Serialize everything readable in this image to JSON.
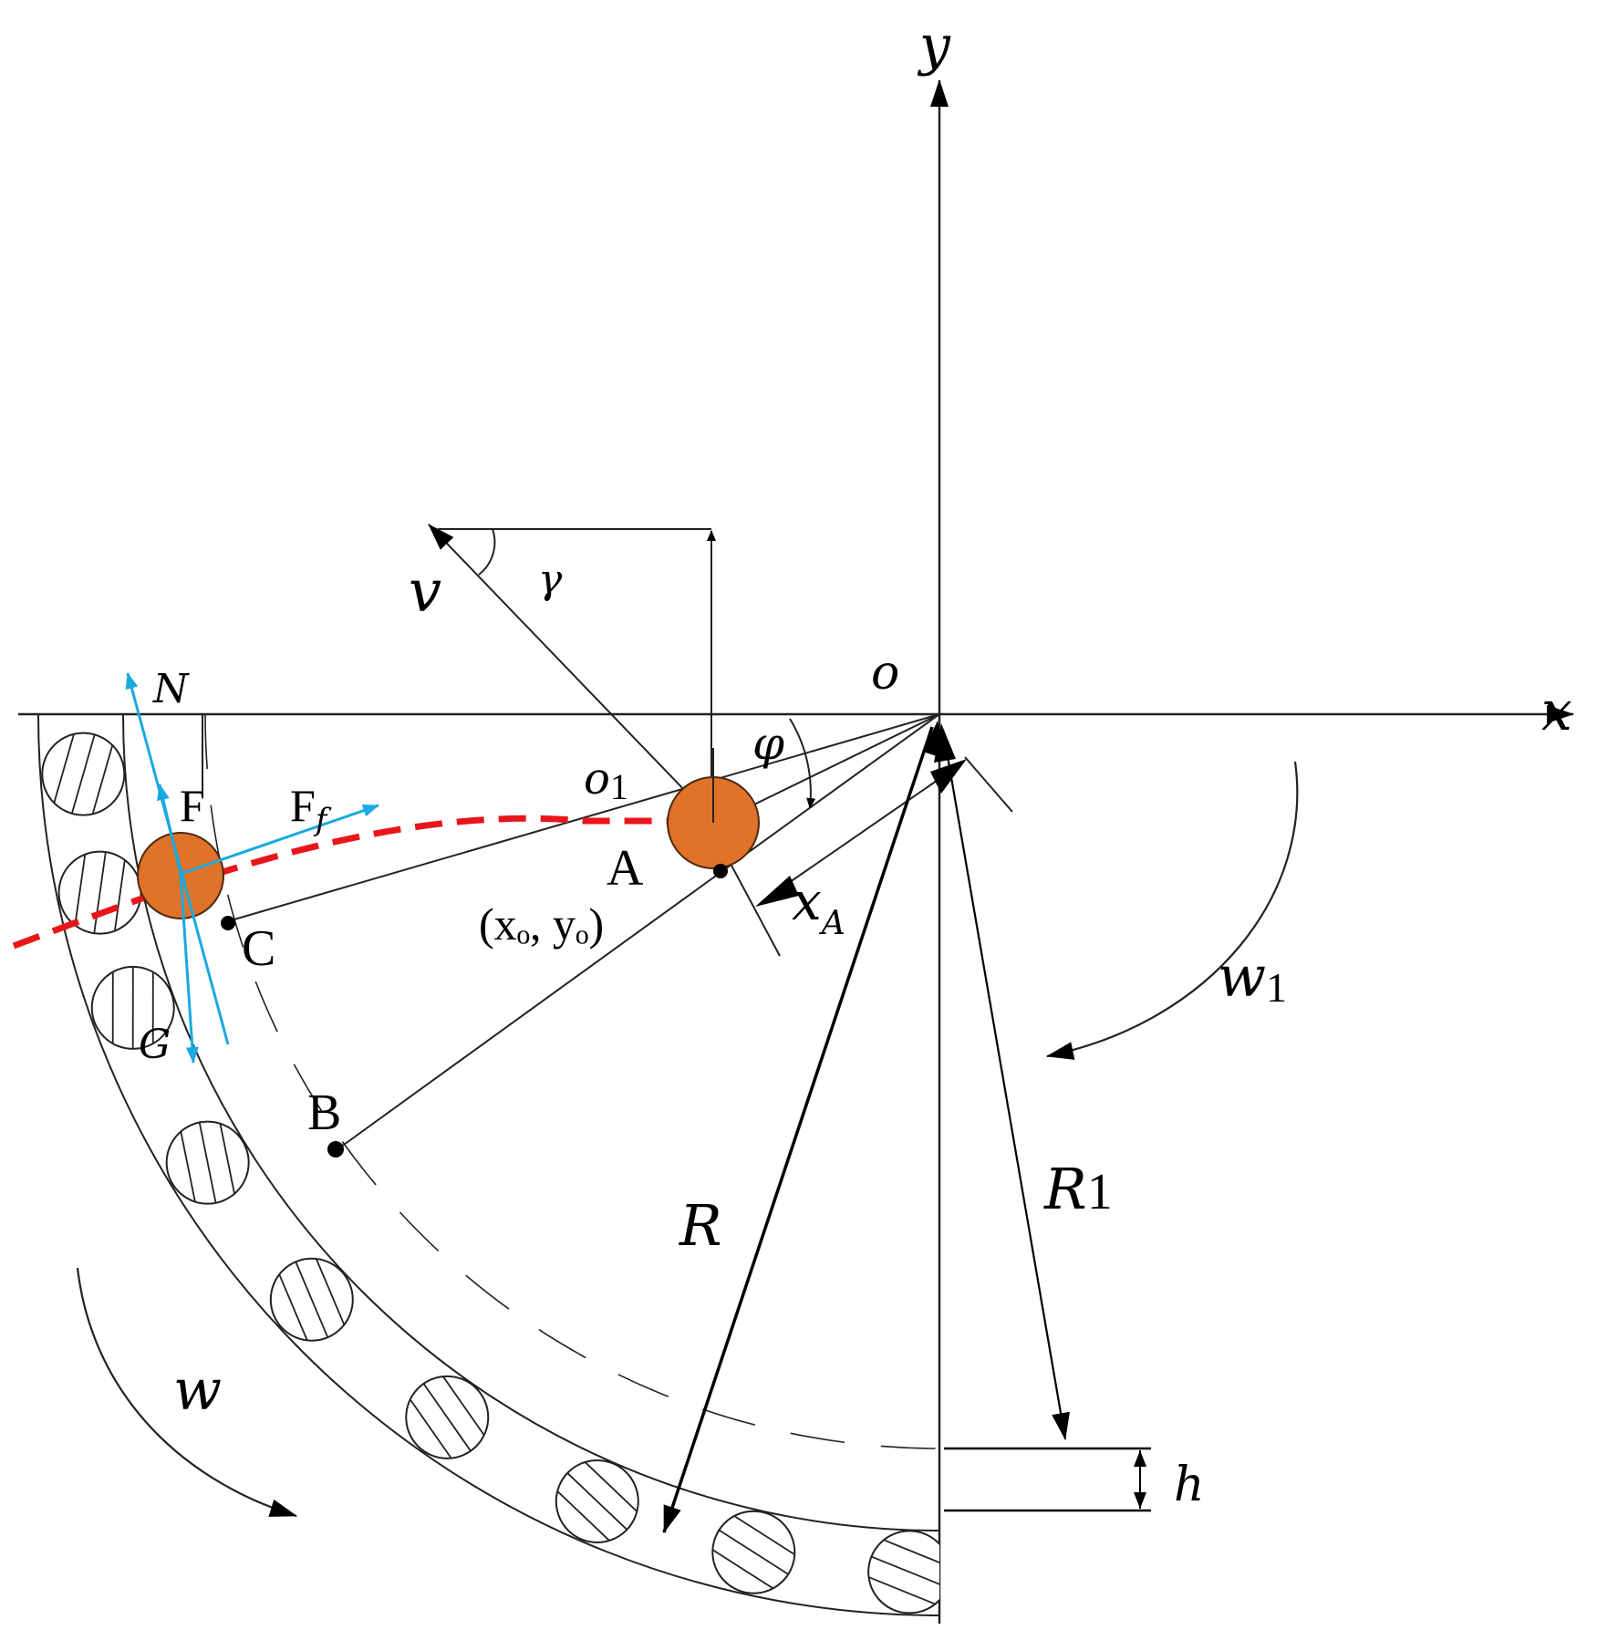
{
  "axes": {
    "x": "x",
    "y": "y",
    "origin": "o"
  },
  "points": {
    "A": "A",
    "B": "B",
    "C": "C",
    "O1_main": "o",
    "O1_sub": "1",
    "coord": "(xₒ, yₒ)"
  },
  "forces": {
    "N": "N",
    "F": "F",
    "Ff_main": "F",
    "Ff_sub": "f",
    "G": "G",
    "v": "v"
  },
  "angles": {
    "gamma": "γ",
    "phi": "φ"
  },
  "dims": {
    "R": "R",
    "R1_main": "R",
    "R1_sub": "1",
    "h": "h",
    "xA_main": "x",
    "xA_sub": "A"
  },
  "rotation": {
    "w": "w",
    "w1_main": "w",
    "w1_sub": "1"
  },
  "colors": {
    "line": "#222222",
    "force": "#1aa9e0",
    "trajectory": "#e8161b",
    "particle_fill": "#e07229",
    "particle_stroke": "#4a2a10",
    "background": "#ffffff"
  }
}
